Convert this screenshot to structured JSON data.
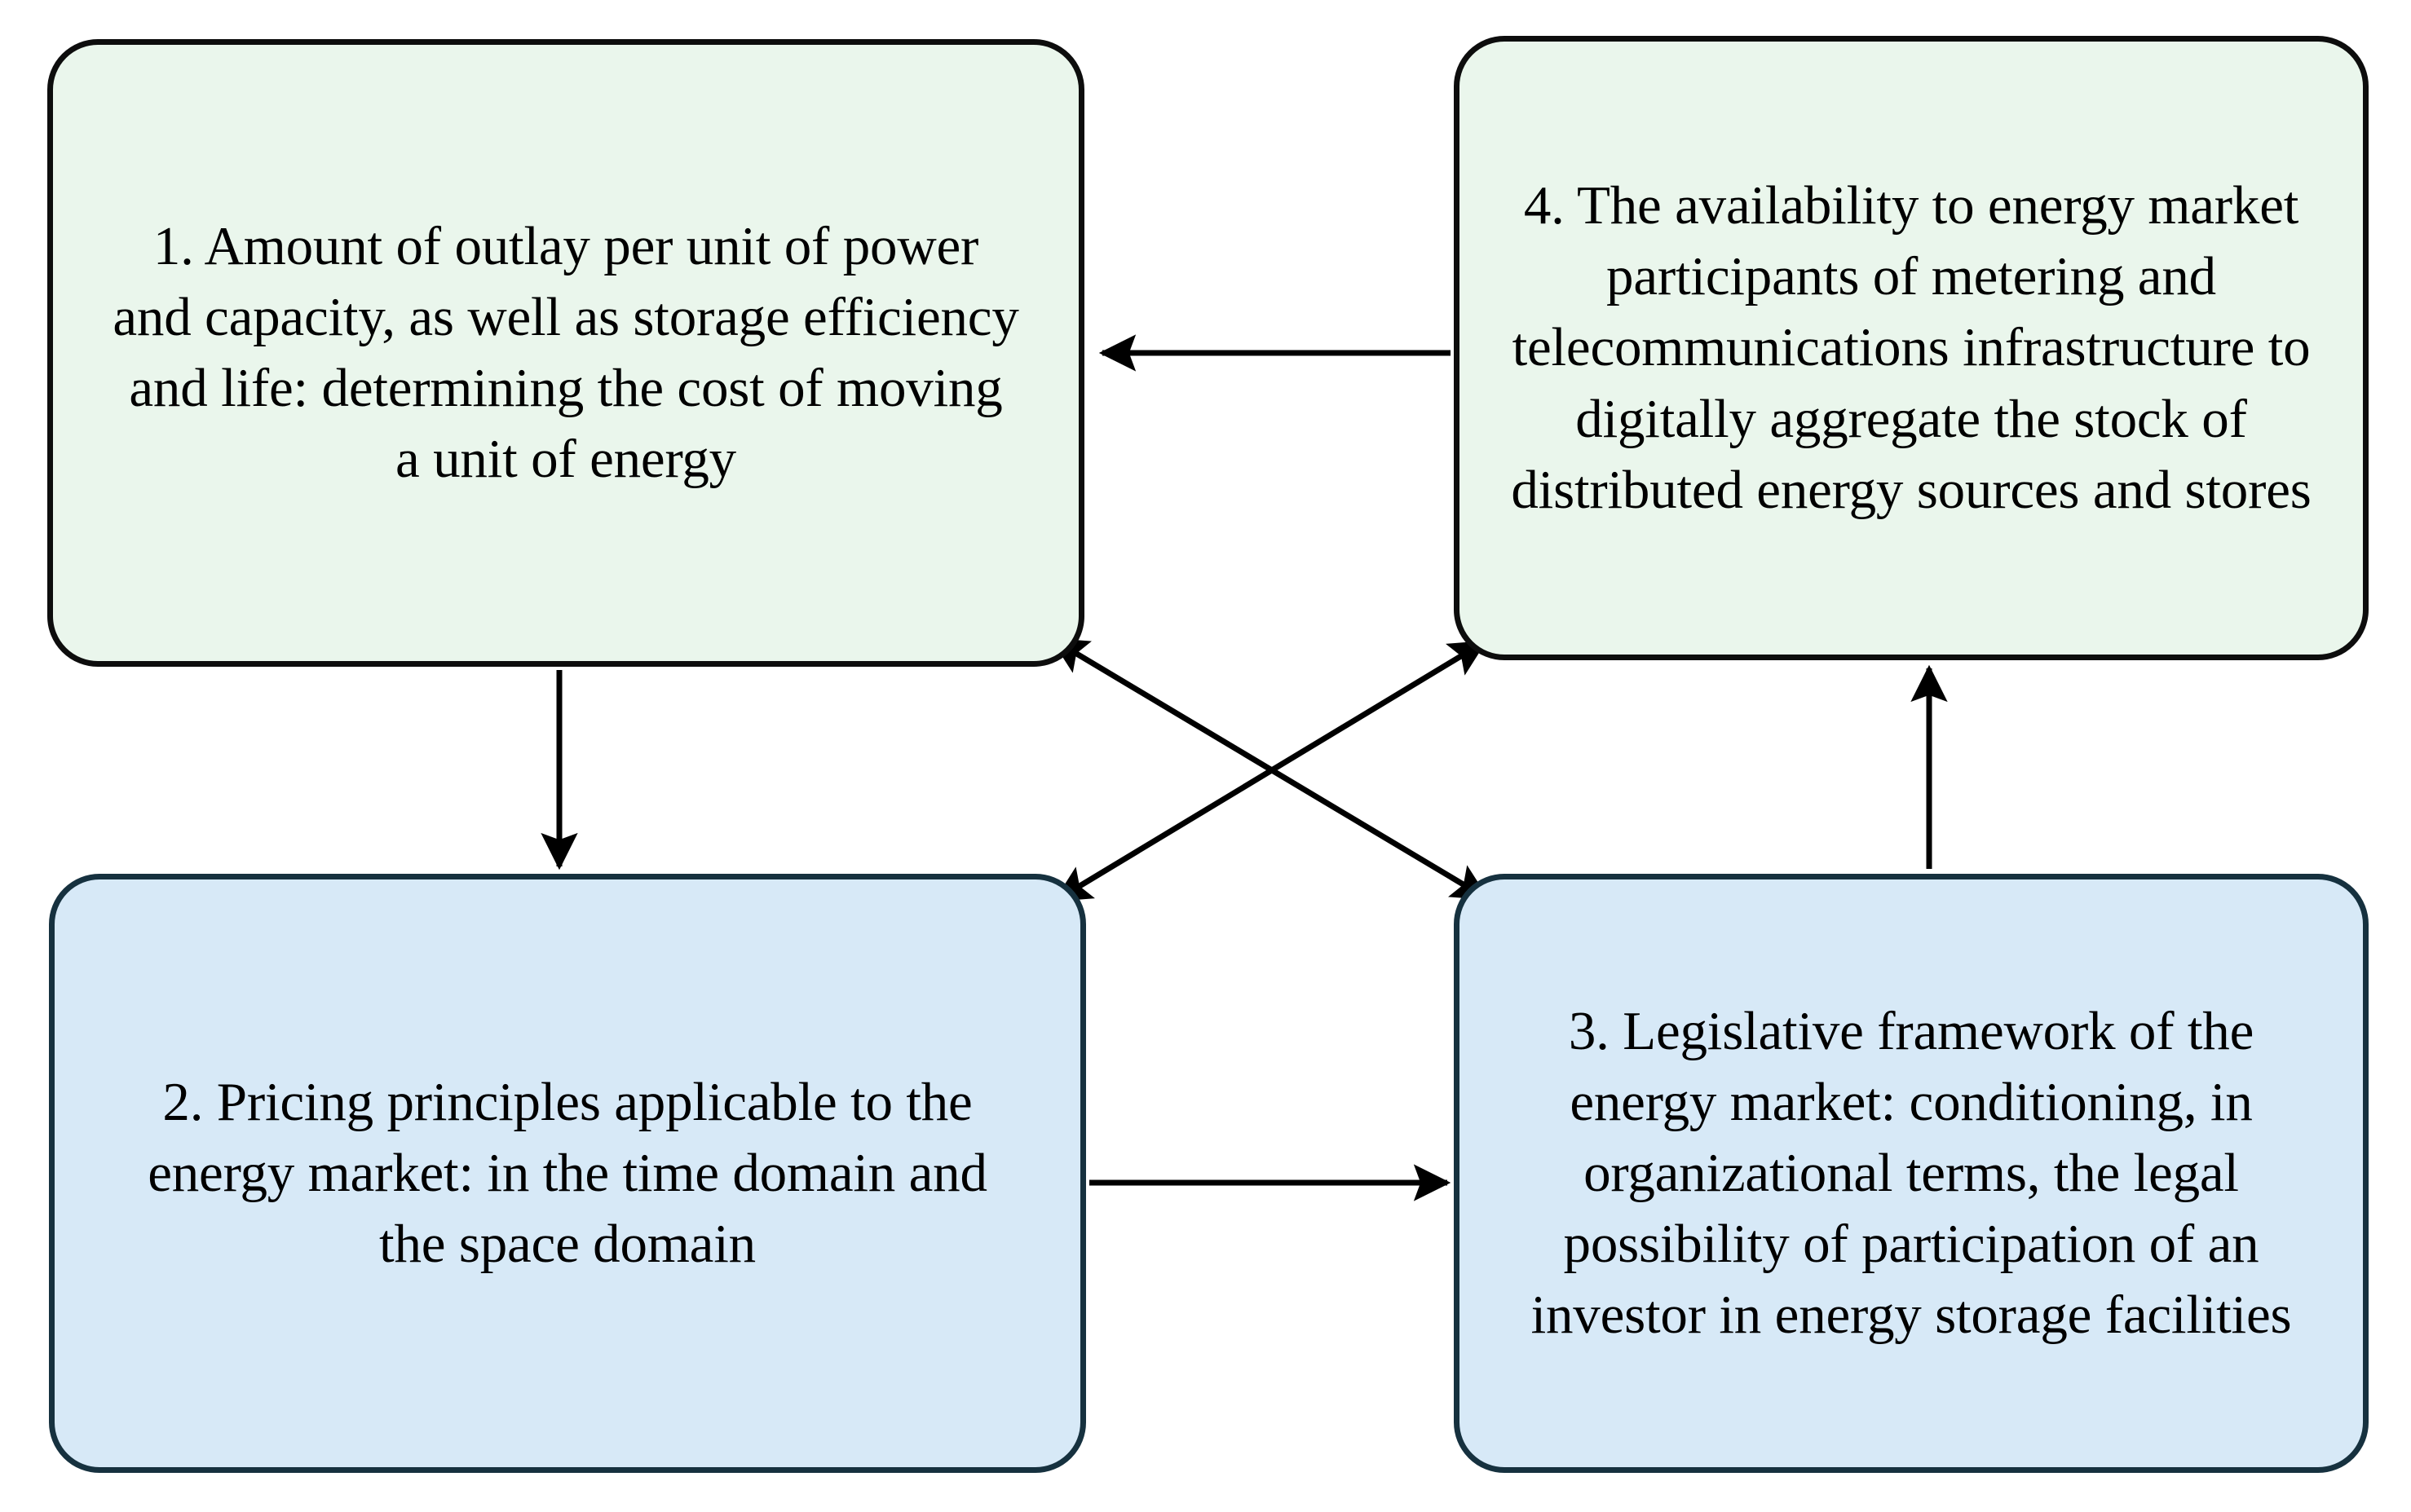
{
  "diagram": {
    "type": "flowchart",
    "background_color": "#ffffff",
    "nodes": [
      {
        "id": "1",
        "number": "1.",
        "label": "1. Amount of outlay per unit of power\nand capacity, as well as storage efficiency\nand life: determining the cost of moving\na unit of energy",
        "fill_color": "#eaf6ec",
        "border_color": "#0d0d0d",
        "position": "top-left"
      },
      {
        "id": "2",
        "number": "2.",
        "label": "2. Pricing principles applicable to the\nenergy market: in the time domain and\nthe space domain",
        "fill_color": "#d7e9f7",
        "border_color": "#16313f",
        "position": "bottom-left"
      },
      {
        "id": "3",
        "number": "3.",
        "label": "3. Legislative framework of the\nenergy market: conditioning, in\norganizational terms, the legal\npossibility of participation of an\ninvestor in energy storage facilities",
        "fill_color": "#d7e9f7",
        "border_color": "#16313f",
        "position": "bottom-right"
      },
      {
        "id": "4",
        "number": "4.",
        "label": "4. The availability to energy market\nparticipants of metering and\ntelecommunications infrastructure to\ndigitally aggregate the stock of\ndistributed energy sources and stores",
        "fill_color": "#eaf6ec",
        "border_color": "#0d0d0d",
        "position": "top-right"
      }
    ],
    "edges": [
      {
        "id": "e4-1",
        "from": "4",
        "to": "1",
        "style": "straight-horizontal",
        "arrowheads": "end",
        "direction": "right-to-left"
      },
      {
        "id": "e1-2",
        "from": "1",
        "to": "2",
        "style": "straight-vertical",
        "arrowheads": "end",
        "direction": "top-to-bottom"
      },
      {
        "id": "e3-4",
        "from": "3",
        "to": "4",
        "style": "straight-vertical",
        "arrowheads": "end",
        "direction": "bottom-to-top"
      },
      {
        "id": "e2-3",
        "from": "2",
        "to": "3",
        "style": "straight-horizontal",
        "arrowheads": "end",
        "direction": "left-to-right"
      },
      {
        "id": "e1-3",
        "from": "1",
        "to": "3",
        "style": "diagonal",
        "arrowheads": "both",
        "direction": "bidirectional"
      },
      {
        "id": "e2-4",
        "from": "2",
        "to": "4",
        "style": "diagonal",
        "arrowheads": "both",
        "direction": "bidirectional"
      }
    ],
    "edge_color": "#000000"
  }
}
